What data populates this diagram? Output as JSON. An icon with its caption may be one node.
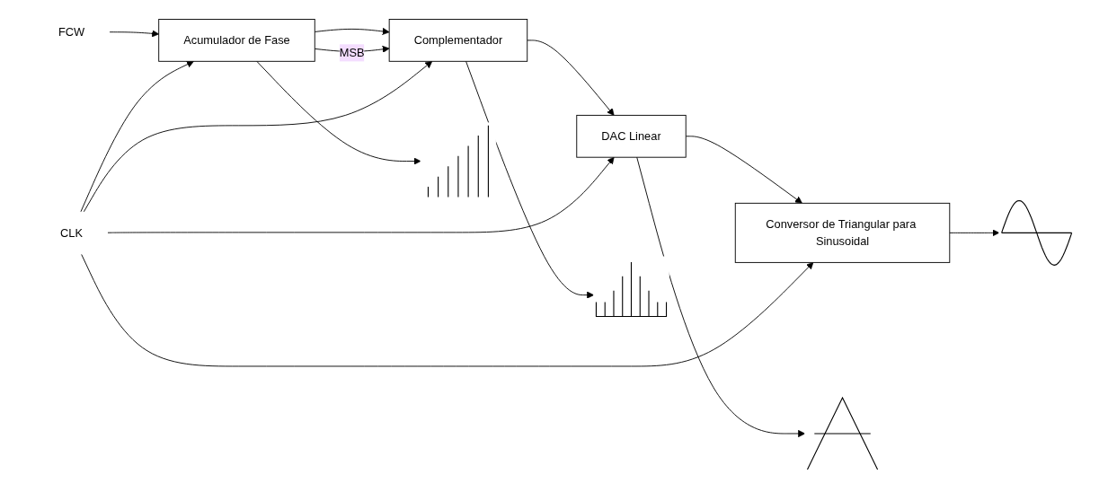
{
  "diagram": {
    "nodes": [
      {
        "text": [
          "FCW"
        ]
      },
      {
        "text": [
          "Acumulador de Fase"
        ]
      },
      {
        "text": [
          "Complementador"
        ]
      },
      {
        "text": [
          "DAC Linear"
        ]
      },
      {
        "text": [
          "Conversor de Triangular para Sinusoidal"
        ]
      },
      {
        "text": [
          "CLK"
        ]
      },
      {
        "text": [],
        "shape": "picture"
      },
      {
        "text": [],
        "shape": "picture"
      },
      {
        "text": [],
        "shape": "picture"
      },
      {
        "text": [],
        "shape": "picture"
      }
    ],
    "edges": [
      {
        "from": 0,
        "to": 1,
        "arrow": "to"
      },
      {
        "from": 1,
        "to": 2,
        "arrow": "to"
      },
      {
        "from": 1,
        "to": 2,
        "label": "MSB",
        "arrow": "to"
      },
      {
        "from": 1,
        "to": 6,
        "arrow": "to"
      },
      {
        "from": 2,
        "to": 3,
        "arrow": "to"
      },
      {
        "from": 2,
        "to": 7,
        "arrow": "to"
      },
      {
        "from": 3,
        "to": 4,
        "arrow": "to"
      },
      {
        "from": 3,
        "to": 8,
        "arrow": "to"
      },
      {
        "from": 4,
        "to": 9,
        "arrow": "to"
      },
      {
        "from": 5,
        "to": 1,
        "arrow": "to"
      },
      {
        "from": 5,
        "to": 2,
        "arrow": "to"
      },
      {
        "from": 5,
        "to": 3,
        "arrow": "to"
      },
      {
        "from": 5,
        "to": 4,
        "arrow": "to"
      }
    ]
  }
}
